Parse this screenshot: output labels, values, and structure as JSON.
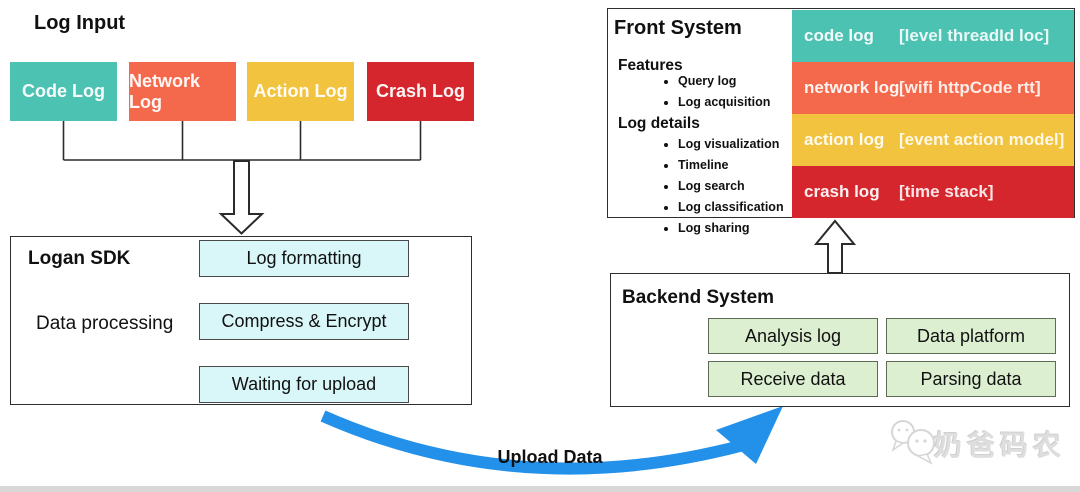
{
  "log_input": {
    "title": "Log Input",
    "boxes": [
      {
        "label": "Code Log",
        "color": "#4cc2b2"
      },
      {
        "label": "Network Log",
        "color": "#f4694b"
      },
      {
        "label": "Action Log",
        "color": "#f2c33e"
      },
      {
        "label": "Crash Log",
        "color": "#d6262d"
      }
    ]
  },
  "logan_sdk": {
    "title": "Logan SDK",
    "side_label": "Data processing",
    "steps": [
      {
        "label": "Log formatting"
      },
      {
        "label": "Compress & Encrypt"
      },
      {
        "label": "Waiting for upload"
      }
    ]
  },
  "front_system": {
    "title": "Front System",
    "sections": [
      {
        "heading": "Features",
        "items": [
          "Query log",
          "Log acquisition"
        ]
      },
      {
        "heading": "Log details",
        "items": [
          "Log visualization",
          "Timeline",
          "Log search",
          "Log classification",
          "Log sharing"
        ]
      }
    ],
    "rows": [
      {
        "label": "code log",
        "fields": "[level threadId loc]",
        "color": "#4cc2b2"
      },
      {
        "label": "network log",
        "fields": "[wifi httpCode rtt]",
        "color": "#f4694b"
      },
      {
        "label": "action log",
        "fields": "[event action model]",
        "color": "#f2c33e"
      },
      {
        "label": "crash log",
        "fields": "[time stack]",
        "color": "#d6262d"
      }
    ]
  },
  "backend_system": {
    "title": "Backend System",
    "boxes": [
      {
        "label": "Analysis log"
      },
      {
        "label": "Data platform"
      },
      {
        "label": "Receive data"
      },
      {
        "label": "Parsing data"
      }
    ]
  },
  "upload_arrow": {
    "label": "Upload Data"
  },
  "watermark": {
    "text": "奶爸码农"
  },
  "colors": {
    "step_fill": "#d9f7f8",
    "green_fill": "#ddefd1",
    "blue_arrow": "#2391e9",
    "bottom_strip": "#d8d8d8"
  }
}
